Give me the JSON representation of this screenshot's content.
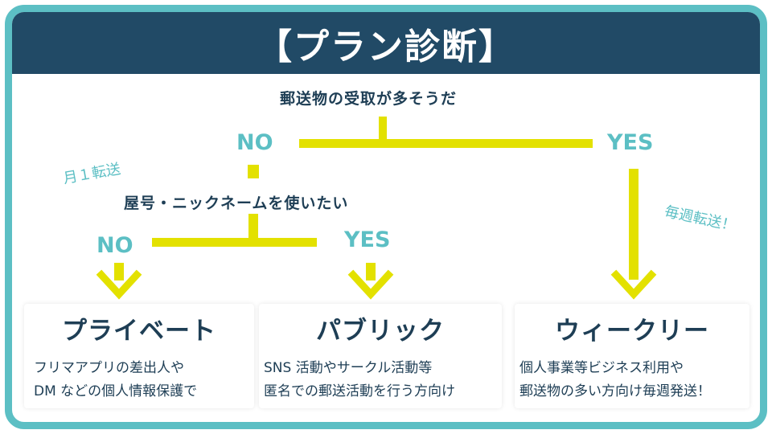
{
  "title": "【プラン診断】",
  "question1": "郵送物の受取が多そうだ",
  "question2": "屋号・ニックネームを使いたい",
  "q1_no": "NO",
  "q1_yes": "YES",
  "q2_no": "NO",
  "q2_yes": "YES",
  "note_monthly": "月１転送",
  "note_weekly": "毎週転送！",
  "plans": [
    {
      "name": "プライベート",
      "desc_line1": "フリマアプリの差出人や",
      "desc_line2": "DM などの個人情報保護で"
    },
    {
      "name": "パブリック",
      "desc_line1": "SNS 活動やサークル活動等",
      "desc_line2": "匿名での郵送活動を行う方向け"
    },
    {
      "name": "ウィークリー",
      "desc_line1": "個人事業等ビジネス利用や",
      "desc_line2": "郵送物の多い方向け毎週発送！"
    }
  ],
  "colors": {
    "frame": "#5cbfc4",
    "header": "#214a66",
    "connector": "#e3e100",
    "text": "#1e3e55",
    "accent": "#5cbfc4"
  }
}
